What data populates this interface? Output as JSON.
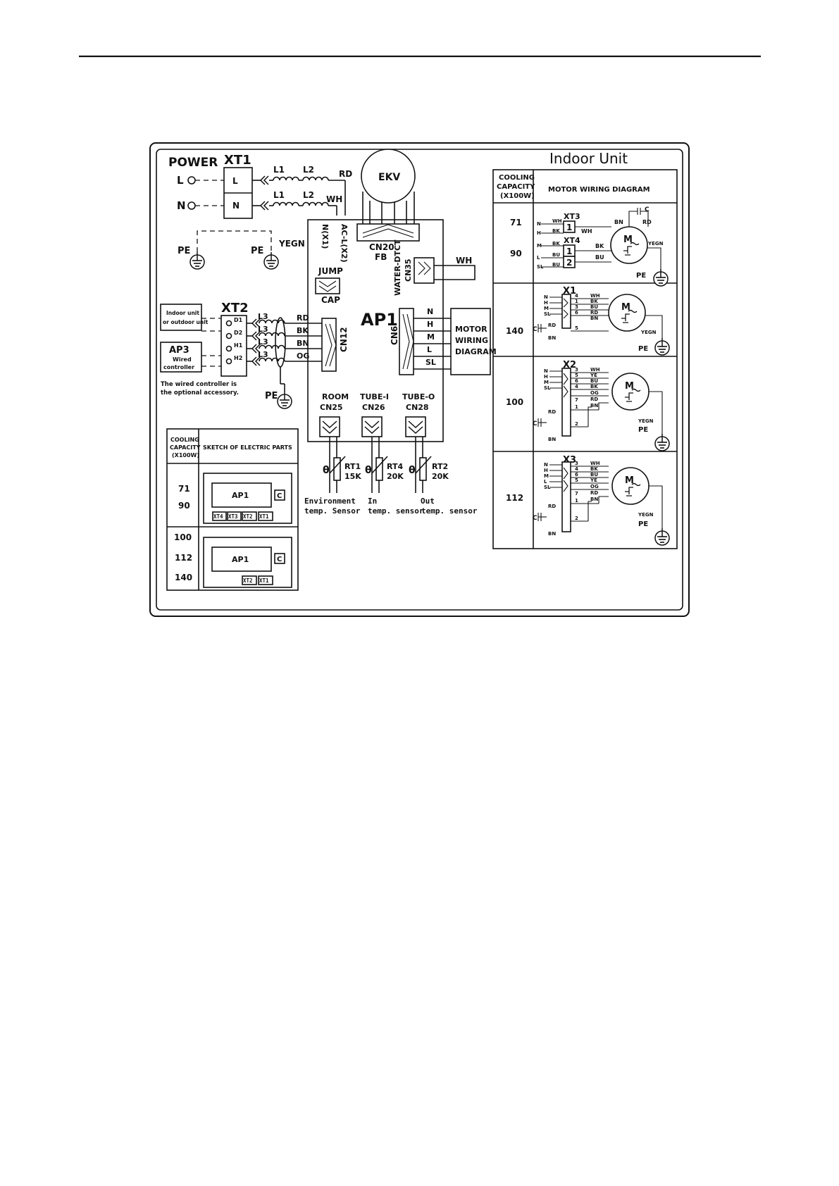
{
  "power": {
    "title": "POWER",
    "l": "L",
    "n": "N",
    "pe": "PE",
    "yegn": "YEGN",
    "xt1": "XT1",
    "xt1_l": "L",
    "xt1_n": "N",
    "l1": "L1",
    "l2": "L2",
    "rd": "RD",
    "wh": "WH"
  },
  "ekv": {
    "label": "EKV",
    "cn20": "CN20",
    "fb": "FB"
  },
  "board": {
    "name": "AP1",
    "nx1": "N(X1)",
    "acl": "AC-L(X2)",
    "water": "WATER-DTCT",
    "cn35": "CN35",
    "cn35_wh": "WH",
    "jump": "JUMP",
    "cap": "CAP",
    "cn12": "CN12",
    "cn6": "CN6",
    "cn6_pins": [
      "N",
      "H",
      "M",
      "L",
      "SL"
    ],
    "motor_box": [
      "MOTOR",
      "WIRING",
      "DIAGRAM"
    ]
  },
  "xt2": {
    "title": "XT2",
    "pins": [
      "D1",
      "D2",
      "H1",
      "H2"
    ],
    "l3": "L3",
    "wires": [
      "RD",
      "BK",
      "BN",
      "OG"
    ],
    "indoor_box": [
      "Indoor unit",
      "or outdoor unit"
    ],
    "ap3": "AP3",
    "ap3_sub": [
      "Wired",
      "controller"
    ],
    "note": [
      "The wired controller is",
      "the optional accessory."
    ],
    "pe": "PE"
  },
  "sensors": [
    {
      "top": "ROOM",
      "cn": "CN25",
      "rt": "RT1",
      "res": "15K",
      "cap1": "Environment",
      "cap2": "temp. Sensor"
    },
    {
      "top": "TUBE-I",
      "cn": "CN26",
      "rt": "RT4",
      "res": "20K",
      "cap1": "In",
      "cap2": "temp. sensor"
    },
    {
      "top": "TUBE-O",
      "cn": "CN28",
      "rt": "RT2",
      "res": "20K",
      "cap1": "Out",
      "cap2": "temp. sensor"
    }
  ],
  "theta": "θ",
  "sketch": {
    "col1": [
      "COOLING",
      "CAPACITY",
      "(X100W)"
    ],
    "col2": "SKETCH OF ELECTRIC PARTS",
    "row1_caps": [
      "71",
      "90"
    ],
    "row2_caps": [
      "100",
      "112",
      "140"
    ],
    "ap1": "AP1",
    "c": "C",
    "row1_parts": [
      "XT4",
      "XT3",
      "XT2",
      "XT1"
    ],
    "row2_parts": [
      "XT2",
      "XT1"
    ]
  },
  "indoor": {
    "title": "Indoor Unit",
    "col1": [
      "COOLING",
      "CAPACITY",
      "(X100W)"
    ],
    "col2": "MOTOR WIRING DIAGRAM",
    "m": "M",
    "pe": "PE",
    "yegn": "YEGN",
    "c": "C",
    "rd": "RD",
    "bn": "BN",
    "r1": {
      "caps": [
        "71",
        "90"
      ],
      "xt3": "XT3",
      "xt4": "XT4",
      "one": "1",
      "two": "2",
      "left": [
        "N",
        "H",
        "M",
        "L",
        "SL"
      ],
      "tags": [
        "WH",
        "BK",
        "BK",
        "BU",
        "BU"
      ],
      "right": [
        "WH",
        "BK",
        "BU"
      ],
      "top_bn": "BN",
      "top_rd": "RD"
    },
    "r2": {
      "cap": "140",
      "x": "X1",
      "left": [
        "N",
        "H",
        "M",
        "SL"
      ],
      "pins": [
        "4",
        "1",
        "3",
        "6",
        "5"
      ],
      "colors": [
        "WH",
        "BK",
        "BU",
        "RD",
        "BN"
      ],
      "rd": "RD",
      "bn": "BN"
    },
    "r3": {
      "cap": "100",
      "x": "X2",
      "left": [
        "N",
        "H",
        "M",
        "SL"
      ],
      "pins": [
        "3",
        "5",
        "6",
        "4",
        "7",
        "1",
        "2"
      ],
      "colors": [
        "WH",
        "YE",
        "BU",
        "BK",
        "OG",
        "RD",
        "BN"
      ],
      "rd": "RD",
      "bn": "BN"
    },
    "r4": {
      "cap": "112",
      "x": "X3",
      "left": [
        "N",
        "H",
        "M",
        "L",
        "SL"
      ],
      "pins": [
        "3",
        "4",
        "6",
        "5",
        "7",
        "1",
        "2"
      ],
      "colors": [
        "WH",
        "BK",
        "BU",
        "YE",
        "OG",
        "RD",
        "BN"
      ],
      "rd": "RD",
      "bn": "BN"
    }
  }
}
